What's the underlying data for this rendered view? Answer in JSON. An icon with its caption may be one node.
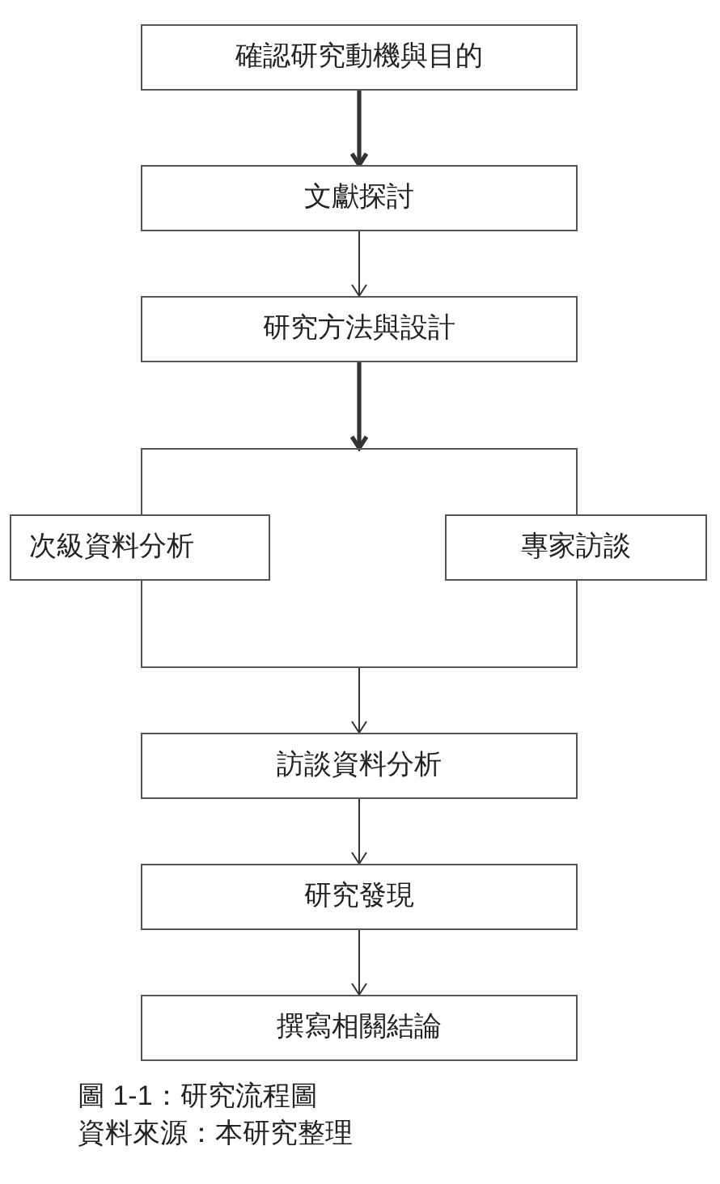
{
  "diagram": {
    "caption": "圖 1-1：研究流程圖",
    "nodes": [
      {
        "text": [
          "確認研究動機與目的"
        ]
      },
      {
        "text": [
          "文獻探討"
        ]
      },
      {
        "text": [
          "研究方法與設計"
        ]
      },
      {
        "text": [],
        "shape": "box"
      },
      {
        "text": [
          "次級資料分析"
        ]
      },
      {
        "text": [
          "專家訪談"
        ]
      },
      {
        "text": [
          "訪談資料分析"
        ]
      },
      {
        "text": [
          "研究發現"
        ]
      },
      {
        "text": [
          "撰寫相關結論"
        ]
      }
    ],
    "edges": [
      {
        "from": 0,
        "to": 1,
        "arrow": "to",
        "style": "thick"
      },
      {
        "from": 1,
        "to": 2,
        "arrow": "to"
      },
      {
        "from": 2,
        "to": 3,
        "arrow": "to",
        "style": "thick"
      },
      {
        "from": 3,
        "to": 6,
        "arrow": "to"
      },
      {
        "from": 6,
        "to": 7,
        "arrow": "to"
      },
      {
        "from": 7,
        "to": 8,
        "arrow": "to"
      }
    ],
    "labels": [
      "資料來源：本研究整理"
    ]
  }
}
